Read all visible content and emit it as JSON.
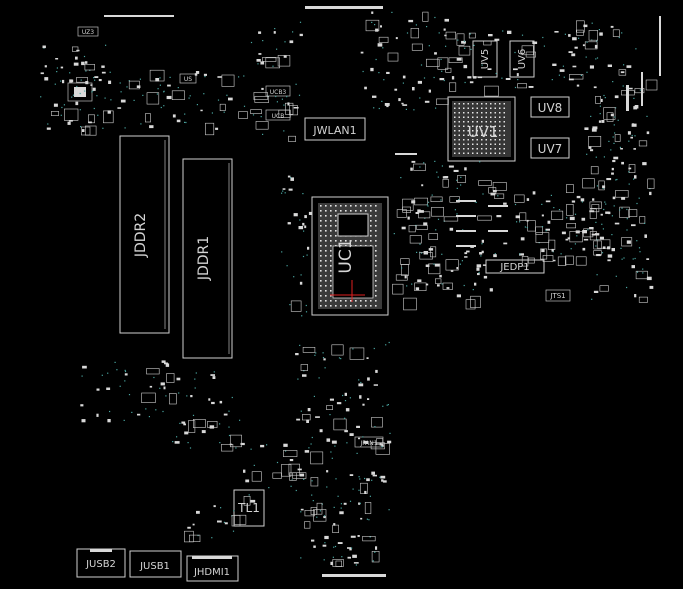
{
  "colors": {
    "background": "#000000",
    "silkscreen": "#cfcfcf",
    "via": "#49a5a0",
    "red_trace": "#e02020"
  },
  "designators": {
    "jddr2": "JDDR2",
    "jddr1": "JDDR1",
    "uc1": "UC1",
    "uv1": "UV1",
    "uv8": "UV8",
    "uv7": "UV7",
    "uv5": "UV5",
    "uv6": "UV6",
    "jwlan1": "JWLAN1",
    "jedp1": "JEDP1",
    "jts1": "JTS1",
    "tl1": "TL1",
    "jusb2": "JUSB2",
    "jusb1": "JUSB1",
    "jhdmi1": "JHDMI1",
    "jfan1": "JFAN1",
    "ucb3": "UCB3",
    "ucb": "UCB",
    "uz3": "UZ3",
    "us": "US",
    "ua1": "UA1"
  }
}
